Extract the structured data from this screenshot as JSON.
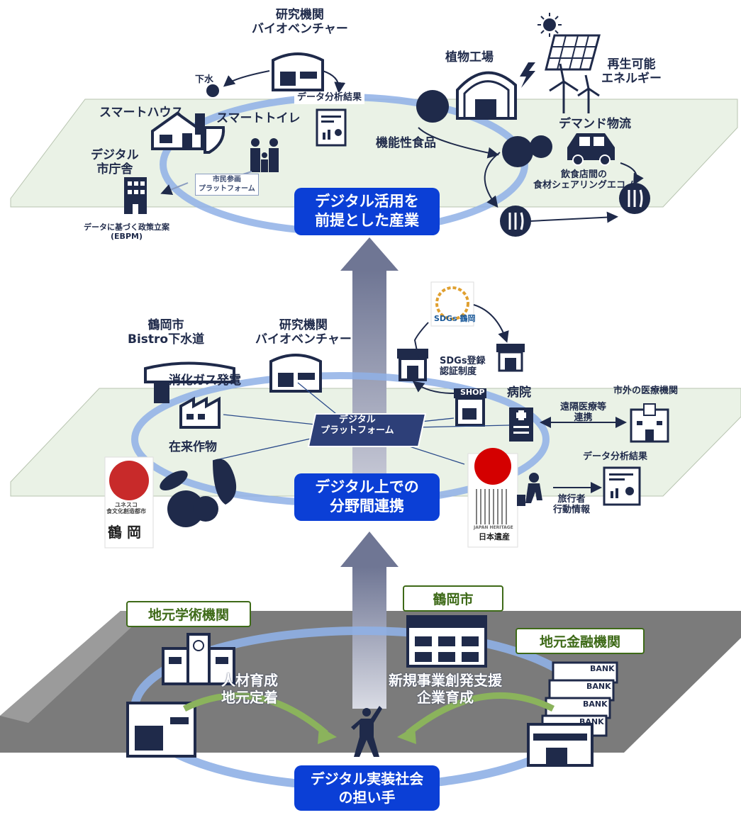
{
  "top_layer": {
    "research": "研究機関\nバイオベンチャー",
    "sewage": "下水",
    "smart_toilet": "スマートトイレ",
    "data_analysis": "データ分析結果",
    "plant_factory": "植物工場",
    "renewable": "再生可能\nエネルギー",
    "smart_house": "スマートハウス",
    "functional_food": "機能性食品",
    "demand_logistics": "デマンド物流",
    "digital_city_hall": "デジタル\n市庁舎",
    "citizen_platform": "市民参画\nプラットフォーム",
    "food_sharing": "飲食店間の\n食材シェアリングエコノ",
    "ebpm": "データに基づく政策立案\n(EBPM)",
    "center": "デジタル活用を\n前提とした産業"
  },
  "middle_layer": {
    "tsuruoka_bistro": "鶴岡市\nBistro下水道",
    "research": "研究機関\nバイオベンチャー",
    "digestion_gas": "消化ガス発電",
    "sdgs_cert": "SDGs登録\n認証制度",
    "sdgs_logo": "SDGs 鶴岡",
    "shop_sign": "SHOP",
    "hospital": "病院",
    "outside_medical": "市外の医療機関",
    "telemedicine": "遠隔医療等\n連携",
    "digital_platform": "デジタル\nプラットフォーム",
    "native_crops": "在来作物",
    "data_analysis": "データ分析結果",
    "traveler": "旅行者\n行動情報",
    "unesco_tsuruoka": "鶴 岡",
    "unesco_small": "ユネスコ\n食文化創造都市",
    "japan_heritage": "日本遺産",
    "japan_heritage_small": "JAPAN HERITAGE",
    "center": "デジタル上での\n分野間連携"
  },
  "bottom_layer": {
    "academic": "地元学術機関",
    "tsuruoka_city": "鶴岡市",
    "financial": "地元金融機関",
    "talent": "人材育成\n地元定着",
    "new_business": "新規事業創発支援\n企業育成",
    "bank": "BANK",
    "center": "デジタル実装社会\nの担い手"
  },
  "colors": {
    "navy": "#1f2a4a",
    "accent_blue": "#0b3fd6",
    "ring_blue": "#8fb0e6",
    "plane_green": "#eaf2e6",
    "ground_gray": "#7b7b7b",
    "arrow_gray": "#7a819b",
    "green_label": "#3e6a18"
  }
}
